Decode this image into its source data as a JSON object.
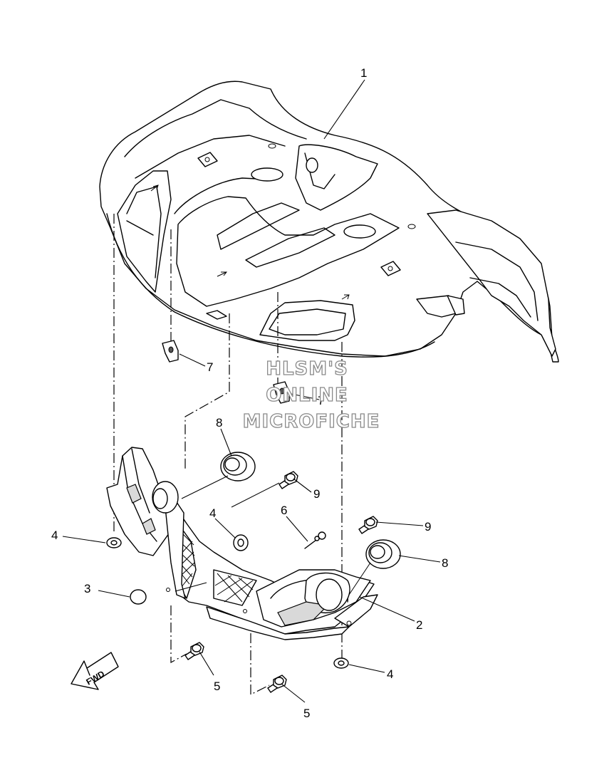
{
  "callouts": [
    {
      "label": "1"
    },
    {
      "label": "2"
    },
    {
      "label": "3"
    },
    {
      "label": "4"
    },
    {
      "label": "4"
    },
    {
      "label": "4"
    },
    {
      "label": "5"
    },
    {
      "label": "5"
    },
    {
      "label": "6"
    },
    {
      "label": "7"
    },
    {
      "label": "7"
    },
    {
      "label": "8"
    },
    {
      "label": "8"
    },
    {
      "label": "9"
    },
    {
      "label": "9"
    }
  ],
  "watermark": {
    "line1": "HLSM'S",
    "line2": "ONLINE",
    "line3": "MICROFICHE"
  },
  "direction_arrow": {
    "label": "FWD"
  }
}
